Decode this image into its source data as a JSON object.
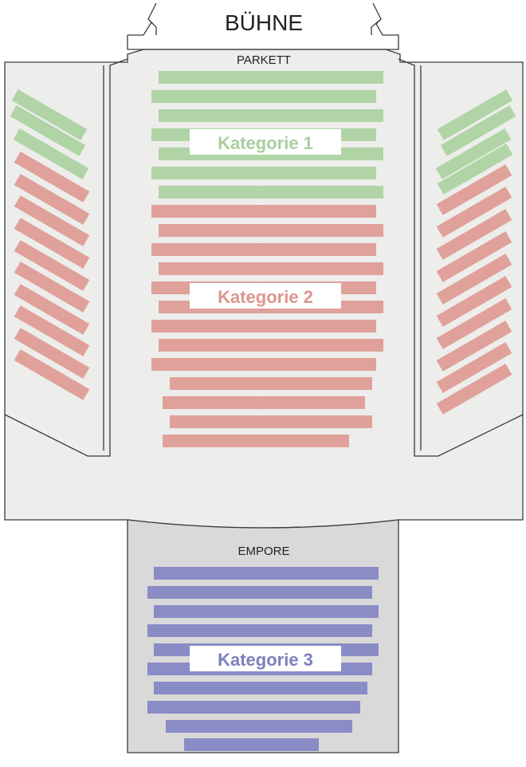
{
  "stage": {
    "label": "BÜHNE"
  },
  "areas": {
    "parkett_label": "PARKETT",
    "empore_label": "EMPORE"
  },
  "categories": [
    {
      "id": "k1",
      "label": "Kategorie 1",
      "color": "#b0d4a6",
      "text_color": "#a9cf9e"
    },
    {
      "id": "k2",
      "label": "Kategorie 2",
      "color": "#dfa19a",
      "text_color": "#dc968e"
    },
    {
      "id": "k3",
      "label": "Kategorie 3",
      "color": "#8a8cc6",
      "text_color": "#7e80bd"
    }
  ],
  "sections": [
    {
      "name": "parkett-center-rows",
      "category": "k1",
      "rows": 7
    },
    {
      "name": "parkett-center-rows",
      "category": "k2",
      "rows": 13
    },
    {
      "name": "left-side-rows",
      "category": "k1",
      "rows": 3
    },
    {
      "name": "left-side-rows",
      "category": "k2",
      "rows": 10
    },
    {
      "name": "right-side-rows",
      "category": "k1",
      "rows": 4
    },
    {
      "name": "right-side-rows",
      "category": "k2",
      "rows": 10
    },
    {
      "name": "empore-rows",
      "category": "k3",
      "rows": 10
    }
  ]
}
